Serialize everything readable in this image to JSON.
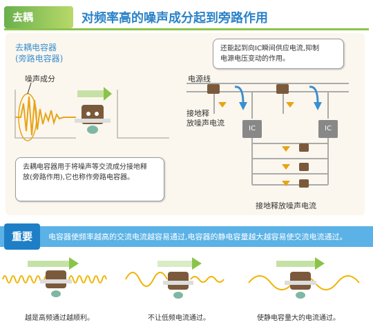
{
  "header": {
    "badge": "去耦",
    "title": "对频率高的噪声成分起到旁路作用"
  },
  "left": {
    "cap_label_line1": "去耦电容器",
    "cap_label_line2": "(旁路电容器)",
    "noise_label": "噪声成分",
    "callout_line1": "去耦电容器用于将噪声等交流成分接地释",
    "callout_line2": "放(旁路作用),它也称作旁路电容器。"
  },
  "right": {
    "callout_line1": "还能起到向IC瞬间供应电流,抑制",
    "callout_line2": "电源电压变动的作用。",
    "power_line": "电源线",
    "ground_line1": "接地释",
    "ground_line2": "放噪声电流",
    "ic_label": "IC",
    "ground_bottom": "接地释放噪声电流"
  },
  "important": {
    "badge": "重要",
    "text": "电容器使频率越高的交流电流越容易通过,电容器的静电容量越大越容易使交流电流通过。"
  },
  "bottom": {
    "captions": [
      "越是高频通过越顺利。",
      "不让低频电流通过。",
      "使静电容量大的电流通过。"
    ]
  },
  "colors": {
    "green": "#8bc34a",
    "blue": "#3a8fd0",
    "orange": "#e8a317",
    "wave_yellow": "#f0b400"
  }
}
